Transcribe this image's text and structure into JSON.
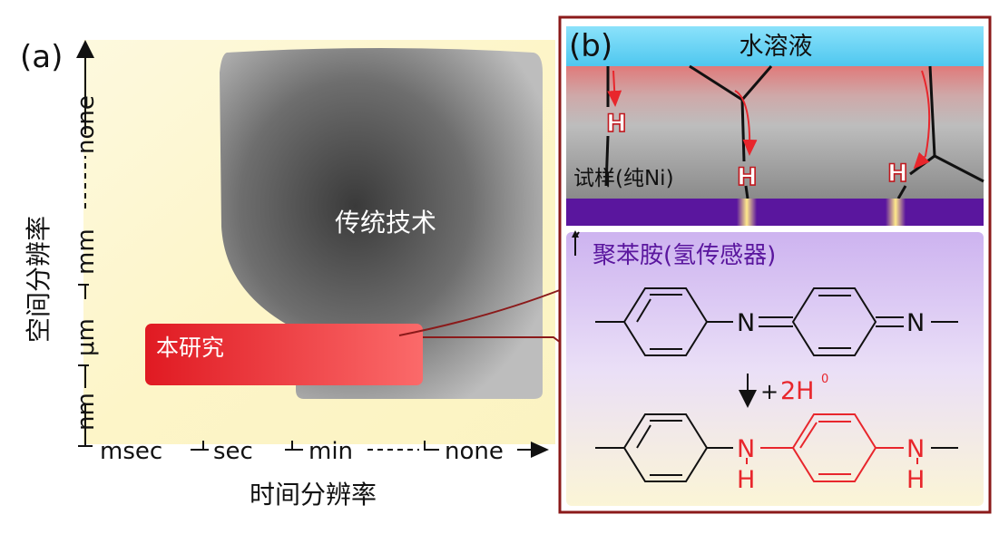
{
  "panel_a": {
    "label": "(a)",
    "y_axis_title": "空间分辨率",
    "x_axis_title": "时间分辨率",
    "y_ticks": [
      "nm",
      "μm",
      "mm",
      "none"
    ],
    "x_ticks": [
      "msec",
      "sec",
      "min",
      "none"
    ],
    "conventional_label": "传统技术",
    "this_work_label": "本研究"
  },
  "panel_b": {
    "label": "(b)",
    "solution_label": "水溶液",
    "sample_label": "试样(纯Ni)",
    "sensor_label": "聚苯胺(氢传感器)",
    "hydrogen_symbol": "H",
    "nitrogen_symbol": "N",
    "reaction_label_plus": "+",
    "reaction_label_coeff": "2H",
    "reaction_label_sup": "0"
  },
  "colors": {
    "background_a": "#fdf8d0",
    "this_work_red": "#e8262c",
    "solution_blue": "#5fd3f5",
    "sensor_purple": "#5a169e",
    "frame_dark_red": "#8b1a1a",
    "reduced_bond_red": "#e8262c"
  }
}
